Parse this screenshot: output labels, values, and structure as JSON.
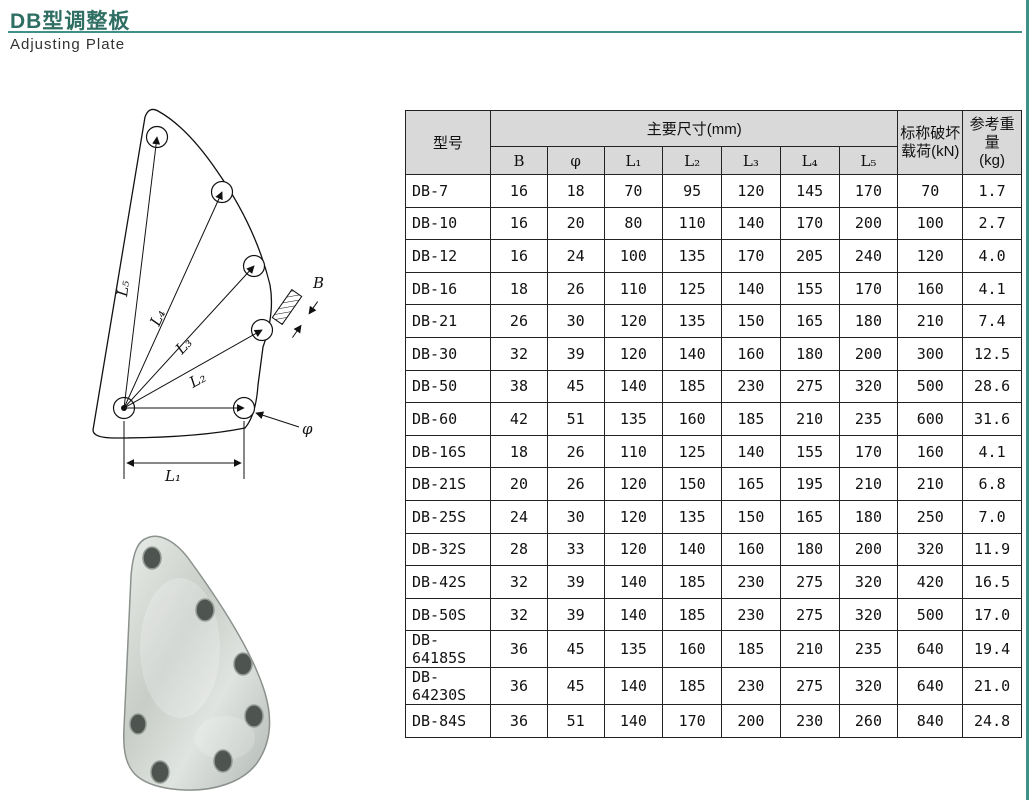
{
  "page": {
    "title_cn": "DB型调整板",
    "title_en": "Adjusting Plate",
    "accent_color": "#3f9187"
  },
  "drawing": {
    "labels": {
      "l1": "L₁",
      "l2": "L₂",
      "l3": "L₃",
      "l4": "L₄",
      "l5": "L₅",
      "b": "B",
      "phi": "φ"
    }
  },
  "table": {
    "header": {
      "model": "型号",
      "dims_group": "主要尺寸(mm)",
      "dim_cols": [
        "B",
        "φ",
        "L₁",
        "L₂",
        "L₃",
        "L₄",
        "L₅"
      ],
      "load_line1": "标称破坏",
      "load_line2": "载荷(kN)",
      "weight_line1": "参考重量",
      "weight_line2": "(kg)"
    },
    "rows": [
      {
        "model": "DB-7",
        "values": [
          "16",
          "18",
          "70",
          "95",
          "120",
          "145",
          "170",
          "70",
          "1.7"
        ]
      },
      {
        "model": "DB-10",
        "values": [
          "16",
          "20",
          "80",
          "110",
          "140",
          "170",
          "200",
          "100",
          "2.7"
        ]
      },
      {
        "model": "DB-12",
        "values": [
          "16",
          "24",
          "100",
          "135",
          "170",
          "205",
          "240",
          "120",
          "4.0"
        ]
      },
      {
        "model": "DB-16",
        "values": [
          "18",
          "26",
          "110",
          "125",
          "140",
          "155",
          "170",
          "160",
          "4.1"
        ]
      },
      {
        "model": "DB-21",
        "values": [
          "26",
          "30",
          "120",
          "135",
          "150",
          "165",
          "180",
          "210",
          "7.4"
        ]
      },
      {
        "model": "DB-30",
        "values": [
          "32",
          "39",
          "120",
          "140",
          "160",
          "180",
          "200",
          "300",
          "12.5"
        ]
      },
      {
        "model": "DB-50",
        "values": [
          "38",
          "45",
          "140",
          "185",
          "230",
          "275",
          "320",
          "500",
          "28.6"
        ]
      },
      {
        "model": "DB-60",
        "values": [
          "42",
          "51",
          "135",
          "160",
          "185",
          "210",
          "235",
          "600",
          "31.6"
        ]
      },
      {
        "model": "DB-16S",
        "values": [
          "18",
          "26",
          "110",
          "125",
          "140",
          "155",
          "170",
          "160",
          "4.1"
        ]
      },
      {
        "model": "DB-21S",
        "values": [
          "20",
          "26",
          "120",
          "150",
          "165",
          "195",
          "210",
          "210",
          "6.8"
        ]
      },
      {
        "model": "DB-25S",
        "values": [
          "24",
          "30",
          "120",
          "135",
          "150",
          "165",
          "180",
          "250",
          "7.0"
        ]
      },
      {
        "model": "DB-32S",
        "values": [
          "28",
          "33",
          "120",
          "140",
          "160",
          "180",
          "200",
          "320",
          "11.9"
        ]
      },
      {
        "model": "DB-42S",
        "values": [
          "32",
          "39",
          "140",
          "185",
          "230",
          "275",
          "320",
          "420",
          "16.5"
        ]
      },
      {
        "model": "DB-50S",
        "values": [
          "32",
          "39",
          "140",
          "185",
          "230",
          "275",
          "320",
          "500",
          "17.0"
        ]
      },
      {
        "model": "DB-64185S",
        "values": [
          "36",
          "45",
          "135",
          "160",
          "185",
          "210",
          "235",
          "640",
          "19.4"
        ]
      },
      {
        "model": "DB-64230S",
        "values": [
          "36",
          "45",
          "140",
          "185",
          "230",
          "275",
          "320",
          "640",
          "21.0"
        ]
      },
      {
        "model": "DB-84S",
        "values": [
          "36",
          "51",
          "140",
          "170",
          "200",
          "230",
          "260",
          "840",
          "24.8"
        ]
      }
    ]
  }
}
